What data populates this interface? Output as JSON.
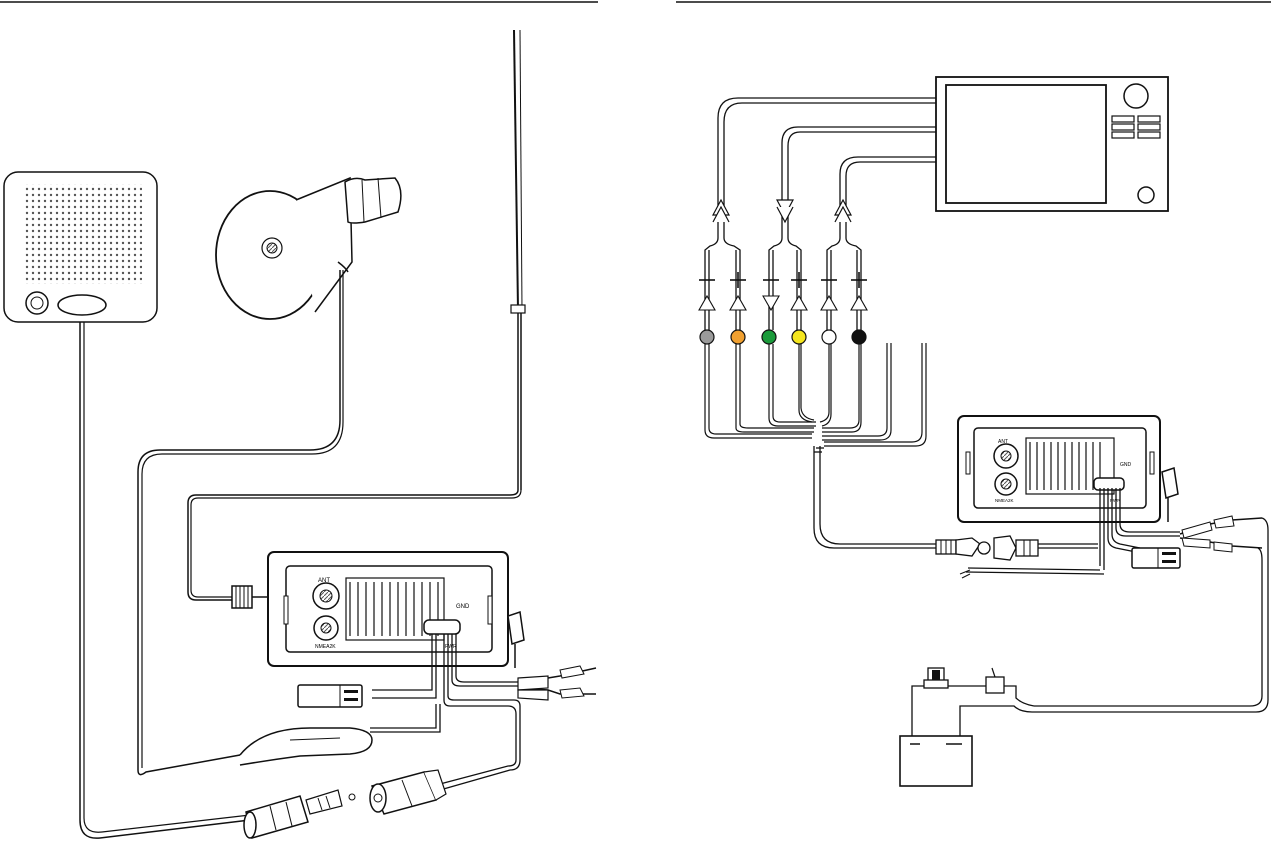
{
  "colors": {
    "line": "#111111",
    "gray_terminal": "#9a9a9a",
    "orange_terminal": "#f0a030",
    "green_terminal": "#1a9a3a",
    "yellow_terminal": "#f5e61e",
    "white_terminal": "#ffffff",
    "black_terminal": "#111111"
  },
  "left_radio": {
    "ant_label": "ANT",
    "gnd_label": "GND",
    "nmea_label": "NMEA2K",
    "power_label": "PWR"
  },
  "right_radio": {
    "ant_label": "ANT",
    "gnd_label": "GND",
    "nmea_label": "NMEA2K",
    "power_label": "PWR"
  },
  "polarity": [
    "−",
    "+",
    "−",
    "+",
    "−",
    "+"
  ],
  "terminals": [
    "gray",
    "orange",
    "green",
    "yellow",
    "white",
    "black"
  ]
}
